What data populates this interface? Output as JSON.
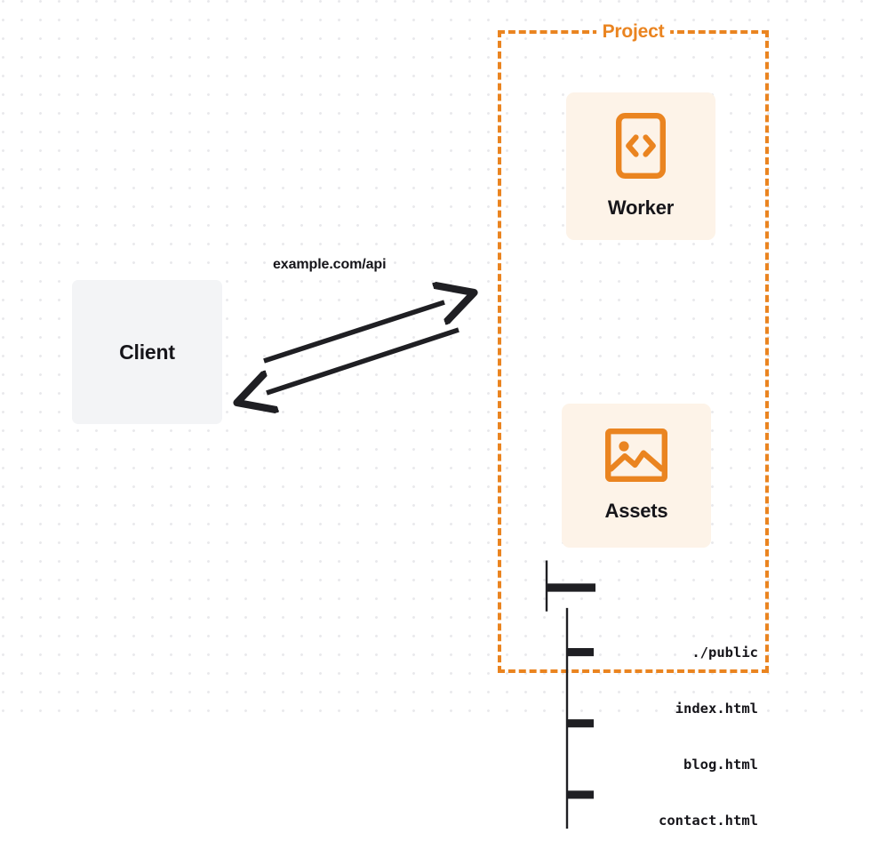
{
  "diagram": {
    "title": "Client to Project (Worker and Assets) request flow",
    "background": {
      "dot_color": "#e9e9ec",
      "page_color": "#ffffff"
    },
    "accent_color": "#ea8420",
    "accent_fill": "#fdf3e8",
    "neutral_fill": "#f3f4f6",
    "text_color": "#16151a"
  },
  "client": {
    "label": "Client"
  },
  "connection": {
    "label": "example.com/api",
    "request_arrow_name": "request-arrow",
    "response_arrow_name": "response-arrow",
    "stroke_color": "#1f1f23"
  },
  "project": {
    "title": "Project",
    "border_style": "dashed",
    "border_color": "#ea8420",
    "resources": [
      {
        "label": "Worker",
        "icon": "code-brackets-icon"
      },
      {
        "label": "Assets",
        "icon": "image-icon"
      }
    ]
  },
  "file_tree": {
    "rows": [
      {
        "glyph": "branch",
        "text": "./public"
      },
      {
        "glyph": "child",
        "text": "index.html"
      },
      {
        "glyph": "child",
        "text": "blog.html"
      },
      {
        "glyph": "child",
        "text": "contact.html"
      }
    ]
  }
}
